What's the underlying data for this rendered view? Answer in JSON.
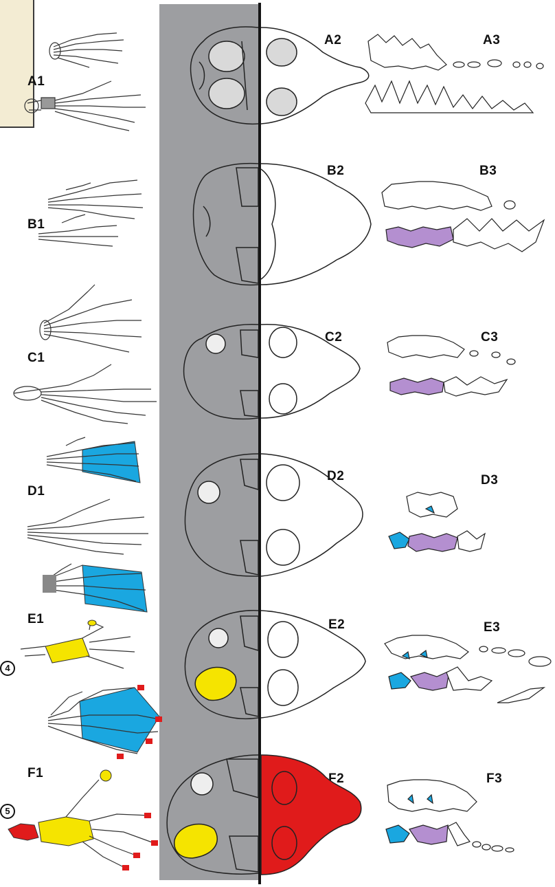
{
  "rows": [
    {
      "id": "A",
      "hand": "A1",
      "skull": "A2",
      "teeth": "A3"
    },
    {
      "id": "B",
      "hand": "B1",
      "skull": "B2",
      "teeth": "B3"
    },
    {
      "id": "C",
      "hand": "C1",
      "skull": "C2",
      "teeth": "C3"
    },
    {
      "id": "D",
      "hand": "D1",
      "skull": "D2",
      "teeth": "D3"
    },
    {
      "id": "E",
      "hand": "E1",
      "skull": "E2",
      "teeth": "E3"
    },
    {
      "id": "F",
      "hand": "F1",
      "skull": "F2",
      "teeth": "F3"
    }
  ],
  "markers": {
    "e": "4",
    "f": "5"
  },
  "colors": {
    "band": "#9d9ea1",
    "webbing": "#1aa7e0",
    "yellow": "#f5e400",
    "purple": "#b48fd0",
    "red": "#e01b1b",
    "legend": "#f3ecd3"
  }
}
